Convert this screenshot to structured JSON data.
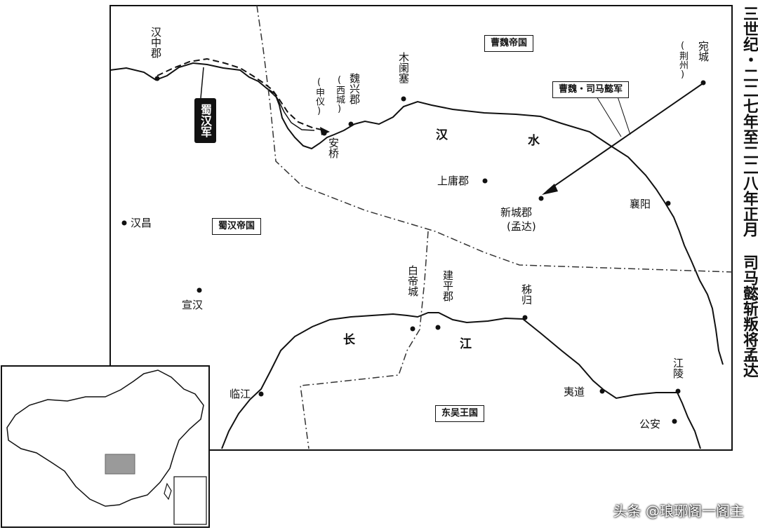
{
  "title": "三世纪・二二七年至二二八年正月 司马懿斩叛将孟达",
  "kingdoms": {
    "wei": "曹魏帝国",
    "shu": "蜀汉帝国",
    "wu": "东吴王国"
  },
  "armies": {
    "shu_army": "蜀汉军",
    "wei_army": "曹魏・司马懿军"
  },
  "rivers": {
    "han_1": "汉",
    "han_2": "水",
    "yangtze_1": "长",
    "yangtze_2": "江"
  },
  "places": {
    "hanzhong": "汉中郡",
    "weixing": "魏兴郡",
    "weixing_note": "(西城)",
    "shen_yi": "(申仪)",
    "mulanse": "木阑塞",
    "anqiao": "安桥",
    "shangyong": "上庸郡",
    "xincheng": "新城郡",
    "xincheng_note": "(孟达)",
    "wancheng": "宛城",
    "wancheng_note": "(荆州)",
    "xiangyang": "襄阳",
    "hanchang": "汉昌",
    "xuanhan": "宣汉",
    "baidicheng": "白帝城",
    "jianping": "建平郡",
    "zigui": "秭归",
    "linjiang": "临江",
    "yidao": "夷道",
    "jiangling": "江陵",
    "gongan": "公安"
  },
  "watermark": "头条 @琅琊阁一阁主"
}
